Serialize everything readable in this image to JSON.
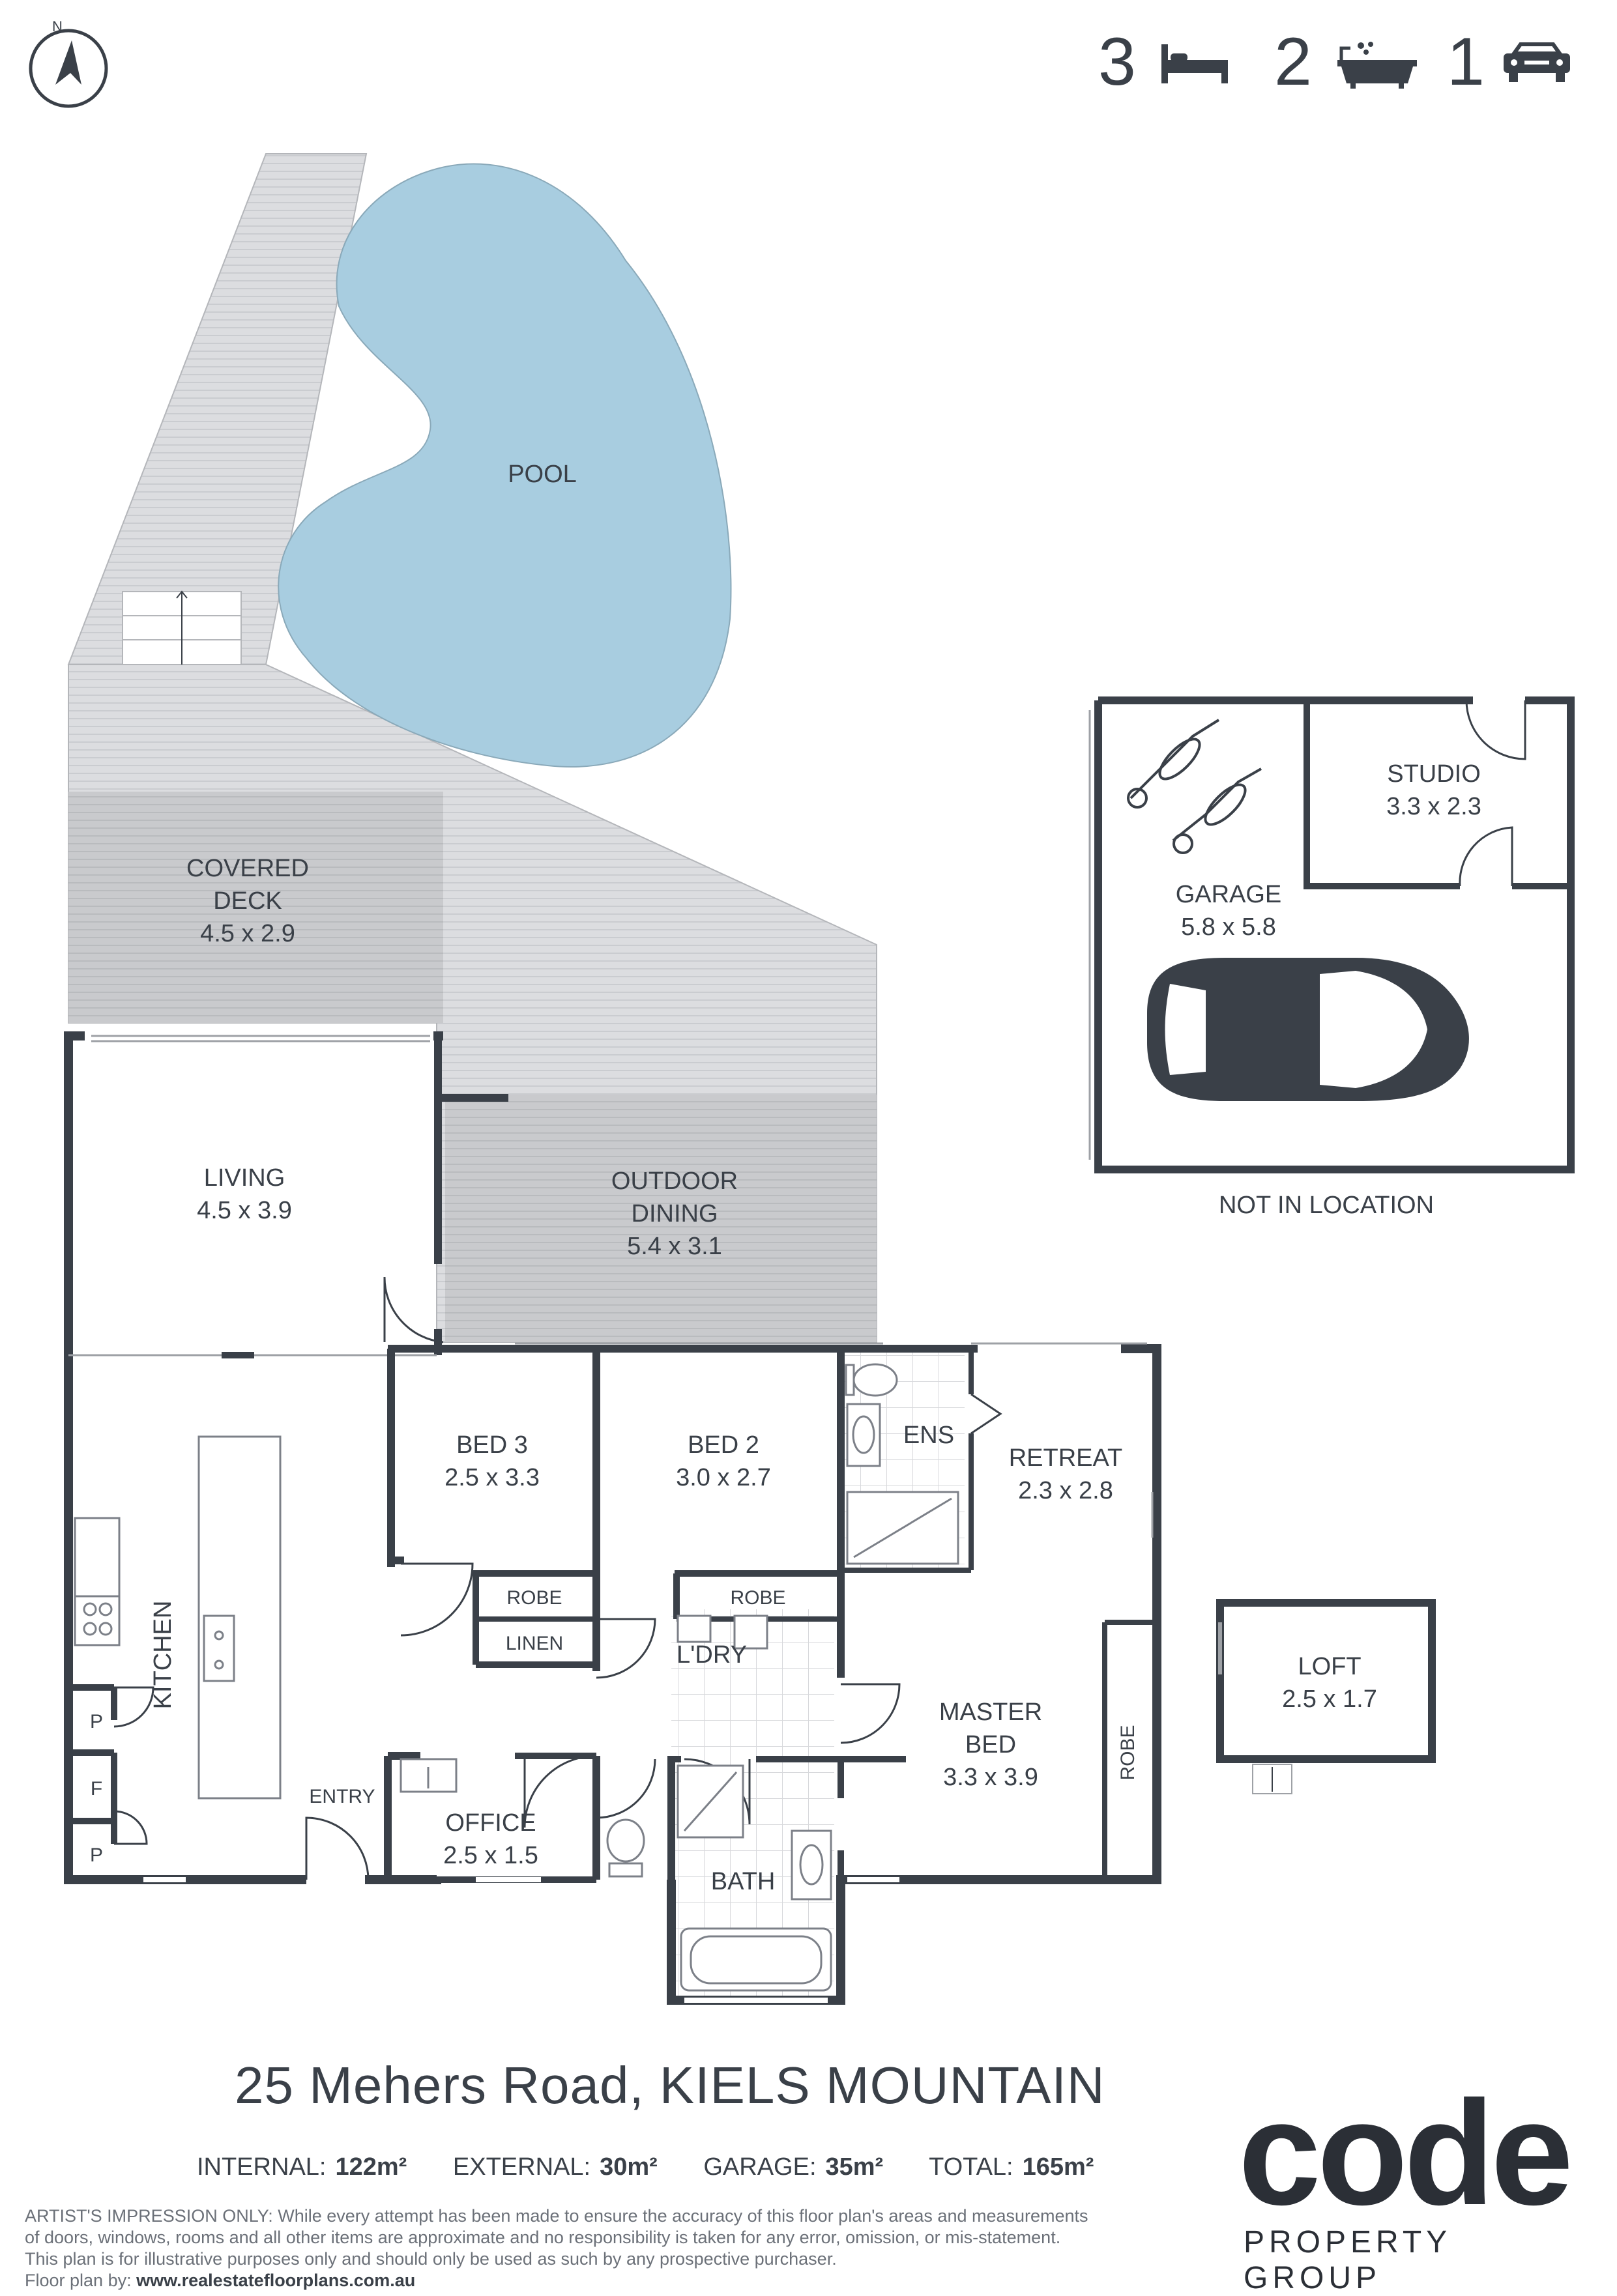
{
  "stats": {
    "beds": "3",
    "baths": "2",
    "cars": "1"
  },
  "icons": {
    "compass": "north-arrow-icon",
    "bed": "bed-icon",
    "bath": "bathtub-icon",
    "car": "car-icon"
  },
  "colors": {
    "wall": "#3a4048",
    "pool": "#a8cde0",
    "deck": "#d8d9db",
    "covered": "#c9cacc",
    "text": "#3a4048"
  },
  "compass_letter": "N",
  "rooms": {
    "pool": {
      "name": "POOL"
    },
    "covered_deck": {
      "name1": "COVERED",
      "name2": "DECK",
      "dims": "4.5 x 2.9"
    },
    "living": {
      "name": "LIVING",
      "dims": "4.5 x 3.9"
    },
    "outdoor_dining": {
      "name1": "OUTDOOR",
      "name2": "DINING",
      "dims": "5.4 x 3.1"
    },
    "bed3": {
      "name": "BED 3",
      "dims": "2.5 x 3.3"
    },
    "bed2": {
      "name": "BED 2",
      "dims": "3.0 x 2.7"
    },
    "ens": {
      "name": "ENS"
    },
    "retreat": {
      "name": "RETREAT",
      "dims": "2.3 x 2.8"
    },
    "kitchen": {
      "name": "KITCHEN"
    },
    "robe1": {
      "name": "ROBE"
    },
    "linen": {
      "name": "LINEN"
    },
    "robe2": {
      "name": "ROBE"
    },
    "laundry": {
      "name": "L'DRY"
    },
    "master": {
      "name1": "MASTER",
      "name2": "BED",
      "dims": "3.3 x 3.9"
    },
    "master_robe": {
      "name": "ROBE"
    },
    "pantry1": {
      "name": "P"
    },
    "fridge": {
      "name": "F"
    },
    "pantry2": {
      "name": "P"
    },
    "entry": {
      "name": "ENTRY"
    },
    "office": {
      "name": "OFFICE",
      "dims": "2.5 x 1.5"
    },
    "bath": {
      "name": "BATH"
    },
    "loft": {
      "name": "LOFT",
      "dims": "2.5 x 1.7"
    },
    "studio": {
      "name": "STUDIO",
      "dims": "3.3 x 2.3"
    },
    "garage": {
      "name": "GARAGE",
      "dims": "5.8 x 5.8"
    }
  },
  "not_in_location": "NOT IN LOCATION",
  "address": "25 Mehers Road, KIELS MOUNTAIN",
  "areas": {
    "internal_label": "INTERNAL:",
    "internal_value": "122m²",
    "external_label": "EXTERNAL:",
    "external_value": "30m²",
    "garage_label": "GARAGE:",
    "garage_value": "35m²",
    "total_label": "TOTAL:",
    "total_value": "165m²"
  },
  "disclaimer": {
    "line1": "ARTIST'S IMPRESSION ONLY: While every attempt has been made to ensure the accuracy of this floor plan's areas and measurements",
    "line2": "of doors, windows, rooms and all other items are approximate and no responsibility is taken for any error, omission, or mis-statement.",
    "line3": "This plan is for illustrative purposes only and should only be used as such by any prospective purchaser.",
    "line4_label": "Floor plan by:",
    "line4_site": "www.realestatefloorplans.com.au"
  },
  "brand": {
    "name": "code",
    "tagline": "PROPERTY GROUP"
  }
}
